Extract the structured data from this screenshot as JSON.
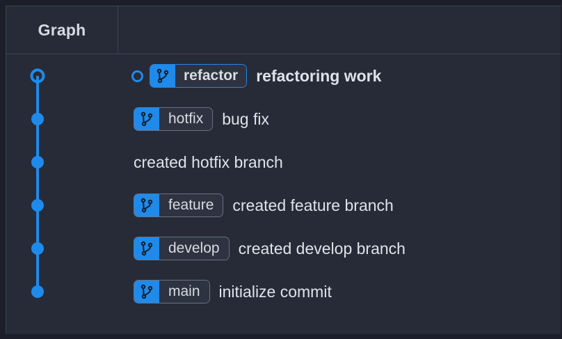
{
  "panel": {
    "colors": {
      "background": "#272b38",
      "page_background": "#1c1f29",
      "border": "#3b4252",
      "accent_blue": "#1e8bec",
      "badge_background": "#2e3341",
      "badge_border": "#6b7280",
      "text": "#dfe2e8"
    }
  },
  "header": {
    "columns": [
      {
        "label": "Graph",
        "name": "graph-column-header"
      },
      {
        "label": "",
        "name": "description-column-header"
      }
    ]
  },
  "graph": {
    "line_color": "#1e8bec",
    "nodes": [
      {
        "index": 0,
        "type": "hollow",
        "label": "head-node"
      },
      {
        "index": 1,
        "type": "filled",
        "label": "commit-node"
      },
      {
        "index": 2,
        "type": "filled",
        "label": "commit-node"
      },
      {
        "index": 3,
        "type": "filled",
        "label": "commit-node"
      },
      {
        "index": 4,
        "type": "filled",
        "label": "commit-node"
      },
      {
        "index": 5,
        "type": "filled",
        "label": "commit-node"
      }
    ]
  },
  "commits": [
    {
      "head": true,
      "branch": "refactor",
      "branch_current": true,
      "icon": "git-branch-icon",
      "subject": "refactoring work",
      "subject_bold": true
    },
    {
      "head": false,
      "branch": "hotfix",
      "branch_current": false,
      "icon": "git-branch-icon",
      "subject": "bug fix",
      "subject_bold": false
    },
    {
      "head": false,
      "branch": null,
      "branch_current": false,
      "icon": null,
      "subject": "created hotfix branch",
      "subject_bold": false
    },
    {
      "head": false,
      "branch": "feature",
      "branch_current": false,
      "icon": "git-branch-icon",
      "subject": "created feature branch",
      "subject_bold": false
    },
    {
      "head": false,
      "branch": "develop",
      "branch_current": false,
      "icon": "git-branch-icon",
      "subject": "created develop branch",
      "subject_bold": false
    },
    {
      "head": false,
      "branch": "main",
      "branch_current": false,
      "icon": "git-branch-icon",
      "subject": "initialize commit",
      "subject_bold": false
    }
  ]
}
